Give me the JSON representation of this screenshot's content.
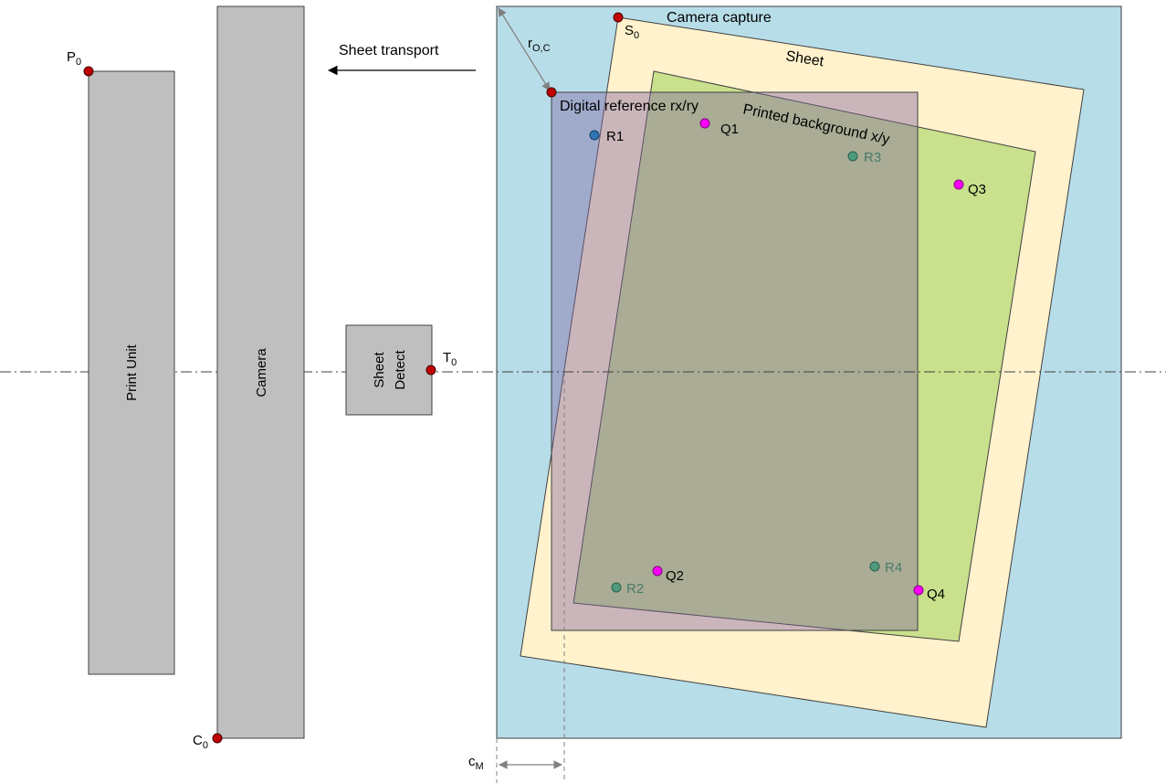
{
  "blocks": {
    "print_unit": "Print Unit",
    "camera": "Camera",
    "sheet_detect_line1": "Sheet",
    "sheet_detect_line2": "Detect"
  },
  "regions": {
    "camera_capture": "Camera capture",
    "sheet": "Sheet",
    "digital_reference": "Digital reference rx/ry",
    "printed_background": "Printed background x/y"
  },
  "transport": {
    "label": "Sheet transport"
  },
  "points": {
    "p0": {
      "main": "P",
      "sub": "0"
    },
    "c0": {
      "main": "C",
      "sub": "0"
    },
    "t0": {
      "main": "T",
      "sub": "0"
    },
    "s0": {
      "main": "S",
      "sub": "0"
    }
  },
  "dimensions": {
    "r_oc": {
      "main": "r",
      "sub": "O,C"
    },
    "c_m": {
      "main": "c",
      "sub": "M"
    }
  },
  "markers": {
    "r1": "R1",
    "r2": "R2",
    "r3": "R3",
    "r4": "R4",
    "q1": "Q1",
    "q2": "Q2",
    "q3": "Q3",
    "q4": "Q4"
  },
  "colors": {
    "block_fill": "#bfbfbf",
    "camera_capture_fill": "#b7dde8",
    "sheet_fill": "#fff2cc",
    "printed_background_fill": "#c9e08c",
    "digital_reference_fill": "#8064a2",
    "origin_point": "#c00000",
    "q_marker": "#ff00ff",
    "r_marker": "#4e9a7e",
    "r1_marker": "#2e75b6"
  }
}
